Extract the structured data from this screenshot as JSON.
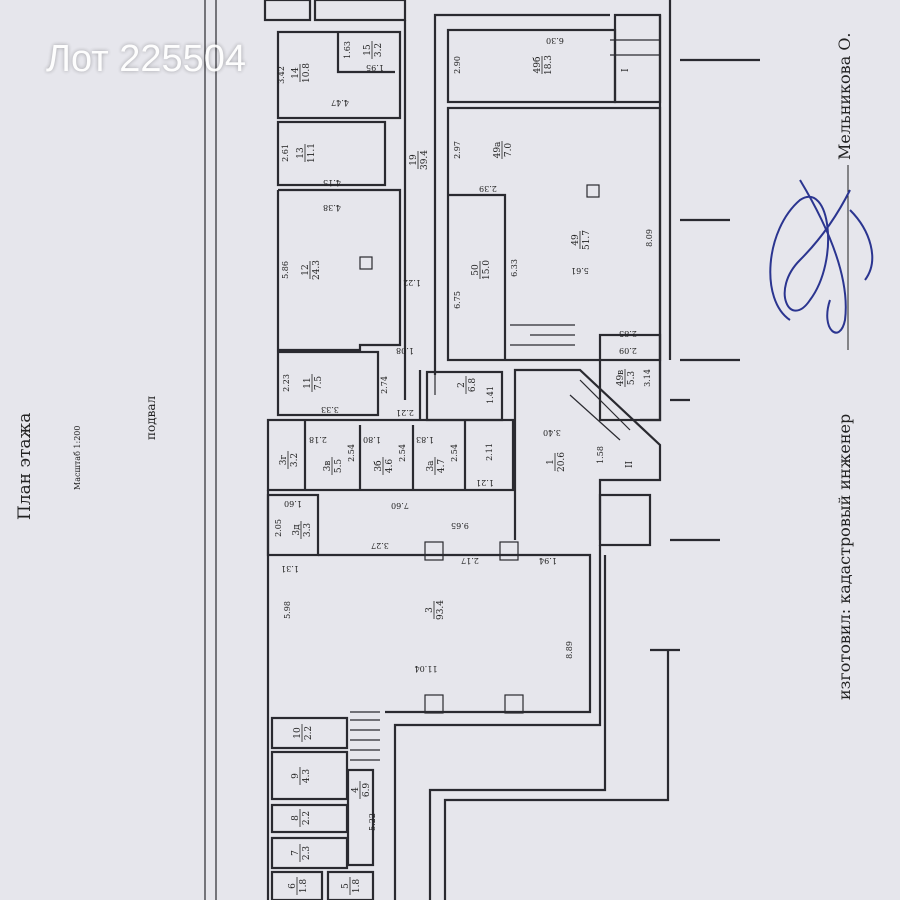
{
  "watermark": "Лот 225504",
  "title": "План этажа",
  "scale": "Масштаб 1:200",
  "level": "подвал",
  "footer": {
    "made_by": "изготовил: кадастровый инженер",
    "engineer": "Мельникова О."
  },
  "colors": {
    "ink": "#2a2a30",
    "paper": "#e6e6ec",
    "marker": "#c0392b"
  },
  "stair_marks": [
    "I",
    "II"
  ],
  "rooms": [
    {
      "num": "15",
      "area": "3.2"
    },
    {
      "num": "14",
      "area": "10.8"
    },
    {
      "num": "13",
      "area": "11.1"
    },
    {
      "num": "12",
      "area": "24.3"
    },
    {
      "num": "11",
      "area": "7.5"
    },
    {
      "num": "19",
      "area": "39.4"
    },
    {
      "num": "49б",
      "area": "18.3"
    },
    {
      "num": "49а",
      "area": "7.0"
    },
    {
      "num": "50",
      "area": "15.0"
    },
    {
      "num": "49",
      "area": "51.7"
    },
    {
      "num": "49в",
      "area": "5.3"
    },
    {
      "num": "2",
      "area": "6.8"
    },
    {
      "num": "1",
      "area": "20.6"
    },
    {
      "num": "3в",
      "area": "5.5"
    },
    {
      "num": "3б",
      "area": "4.6"
    },
    {
      "num": "3а",
      "area": "4.7"
    },
    {
      "num": "3г",
      "area": "3.2"
    },
    {
      "num": "3д",
      "area": "3.3"
    },
    {
      "num": "3",
      "area": "93.4"
    },
    {
      "num": "10",
      "area": "2.2"
    },
    {
      "num": "9",
      "area": "4.3"
    },
    {
      "num": "8",
      "area": "2.2"
    },
    {
      "num": "7",
      "area": "2.3"
    },
    {
      "num": "6",
      "area": "1.8"
    },
    {
      "num": "5",
      "area": "1.8"
    },
    {
      "num": "4",
      "area": "6.9"
    }
  ],
  "dims": [
    "1.63",
    "1.95",
    "3.42",
    "4.47",
    "2.61",
    "4.15",
    "4.38",
    "5.86",
    "1.22",
    "1.08",
    "2.23",
    "3.33",
    "2.74",
    "2.21",
    "6.30",
    "2.90",
    "2.97",
    "2.39",
    "6.33",
    "6.75",
    "5.61",
    "8.09",
    "2.85",
    "2.09",
    "3.14",
    "1.41",
    "2.18",
    "1.80",
    "1.83",
    "2.54",
    "2.54",
    "2.54",
    "2.11",
    "1.21",
    "3.40",
    "1.58",
    "7.60",
    "9.65",
    "1.60",
    "2.05",
    "3.27",
    "2.17",
    "1.94",
    "1.31",
    "5.98",
    "11.04",
    "8.89",
    "5.22"
  ]
}
